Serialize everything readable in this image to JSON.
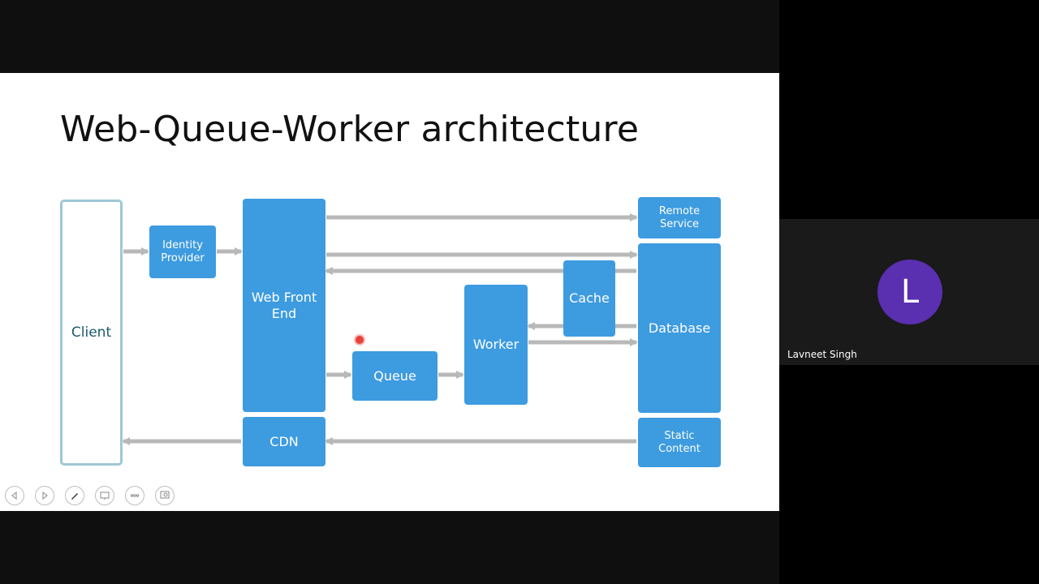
{
  "slide": {
    "title": "Web-Queue-Worker architecture",
    "nodes": {
      "client": "Client",
      "identity_provider": "Identity\nProvider",
      "web_front_end": "Web Front\nEnd",
      "queue": "Queue",
      "worker": "Worker",
      "cache": "Cache",
      "remote_service": "Remote\nService",
      "database": "Database",
      "cdn": "CDN",
      "static_content": "Static\nContent"
    }
  },
  "toolbar": {
    "icons": [
      "previous-slide-icon",
      "next-slide-icon",
      "pen-icon",
      "see-all-slides-icon",
      "more-options-icon",
      "zoom-icon"
    ]
  },
  "meeting": {
    "participant_initial": "L",
    "participant_name": "Lavneet Singh",
    "avatar_color": "#5a2fb0"
  },
  "colors": {
    "node_fill": "#3d9be0",
    "arrow": "#b8b8b8",
    "client_border": "#9ec7d6"
  }
}
